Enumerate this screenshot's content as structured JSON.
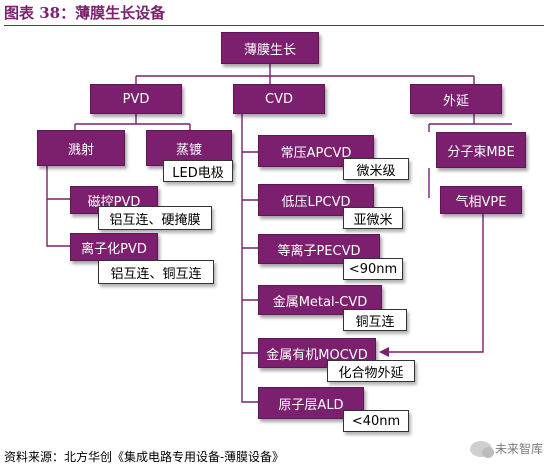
{
  "title": "图表 38：薄膜生长设备",
  "root": "薄膜生长",
  "categories": {
    "pvd": "PVD",
    "cvd": "CVD",
    "epitaxy": "外延"
  },
  "pvd": {
    "sputtering": "溅射",
    "evaporation": "蒸镀",
    "evaporation_tag": "LED电极",
    "magnetron": "磁控PVD",
    "magnetron_tag": "铝互连、硬掩膜",
    "ionized": "离子化PVD",
    "ionized_tag": "铝互连、铜互连"
  },
  "cvd": {
    "apcvd": "常压APCVD",
    "apcvd_tag": "微米级",
    "lpcvd": "低压LPCVD",
    "lpcvd_tag": "亚微米",
    "pecvd": "等离子PECVD",
    "pecvd_tag": "<90nm",
    "metal_cvd": "金属Metal-CVD",
    "metal_cvd_tag": "铜互连",
    "mocvd": "金属有机MOCVD",
    "mocvd_tag": "化合物外延",
    "ald": "原子层ALD",
    "ald_tag": "<40nm"
  },
  "epitaxy": {
    "mbe": "分子束MBE",
    "vpe": "气相VPE"
  },
  "source": "资料来源：北方华创《集成电路专用设备-薄膜设备》",
  "watermark": "未来智库",
  "colors": {
    "box_fill": "#7b1f6e",
    "line": "#7b1f6e",
    "title": "#7b1f6e"
  }
}
